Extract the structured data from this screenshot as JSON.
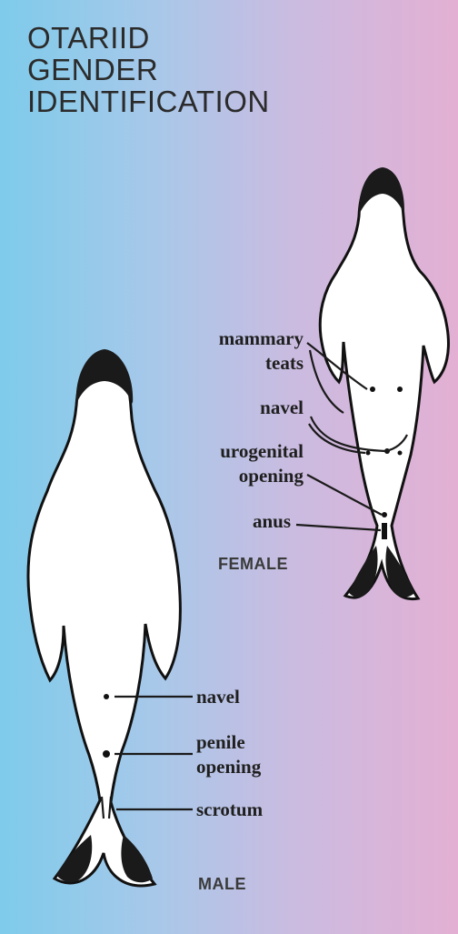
{
  "title_lines": [
    "OTARIID",
    "GENDER",
    "IDENTIFICATION"
  ],
  "female": {
    "caption": "FEMALE",
    "labels": {
      "mammary_1": "mammary",
      "mammary_2": "teats",
      "navel": "navel",
      "urogenital_1": "urogenital",
      "urogenital_2": "opening",
      "anus": "anus"
    }
  },
  "male": {
    "caption": "MALE",
    "labels": {
      "navel": "navel",
      "penile_1": "penile",
      "penile_2": "opening",
      "scrotum": "scrotum"
    }
  },
  "colors": {
    "gradient_left": "#7ecbeb",
    "gradient_right": "#e3b0d3",
    "ink": "#1a1a1a"
  }
}
